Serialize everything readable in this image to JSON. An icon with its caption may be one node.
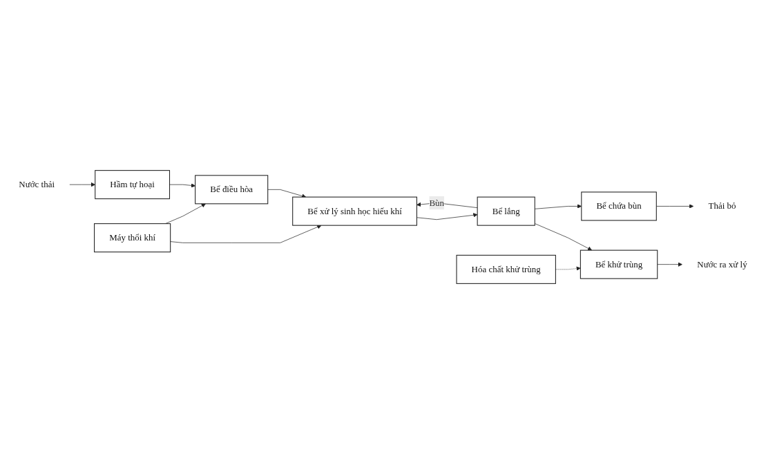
{
  "diagram": {
    "nodes": [
      {
        "text": [
          "Máy thổi khí"
        ]
      },
      {
        "text": [
          "Hóa chất khử trùng"
        ]
      },
      {
        "text": [
          "Nước thải"
        ]
      },
      {
        "text": [
          "Hầm tự hoại"
        ]
      },
      {
        "text": [
          "Bể điều hòa"
        ]
      },
      {
        "text": [
          "Bể xử lý sinh học hiếu khí"
        ]
      },
      {
        "text": [
          "Bể lắng"
        ]
      },
      {
        "text": [
          "Thải bỏ"
        ]
      },
      {
        "text": [
          "Bể chứa bùn"
        ]
      },
      {
        "text": [
          "Nước ra xử lý"
        ]
      },
      {
        "text": [
          "Bể khử trùng"
        ]
      }
    ],
    "edges": [
      {
        "from": 0,
        "to": 4,
        "arrow": "to"
      },
      {
        "from": 0,
        "to": 5,
        "arrow": "to"
      },
      {
        "from": 1,
        "to": 10,
        "arrow": "to",
        "style": "dashed"
      },
      {
        "from": 2,
        "to": 3,
        "arrow": "to"
      },
      {
        "from": 3,
        "to": 4,
        "arrow": "to"
      },
      {
        "from": 4,
        "to": 5,
        "arrow": "to"
      },
      {
        "from": 5,
        "to": 6,
        "arrow": "to"
      },
      {
        "from": 6,
        "to": 5,
        "arrow": "to",
        "label": "Bùn"
      },
      {
        "from": 6,
        "to": 8,
        "arrow": "to"
      },
      {
        "from": 6,
        "to": 10,
        "arrow": "to"
      },
      {
        "from": 8,
        "to": 7,
        "arrow": "to"
      },
      {
        "from": 10,
        "to": 9,
        "arrow": "to"
      }
    ]
  }
}
